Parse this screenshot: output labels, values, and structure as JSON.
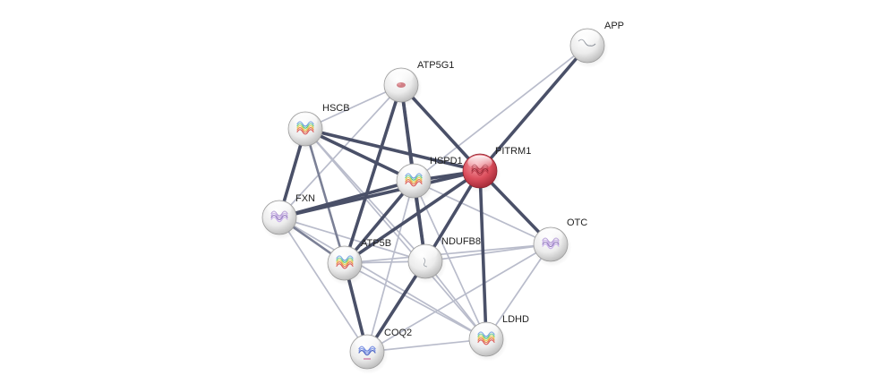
{
  "network": {
    "nodes": [
      {
        "id": "APP",
        "label": "APP",
        "color": "grey",
        "glyph": "squiggle"
      },
      {
        "id": "ATP5G1",
        "label": "ATP5G1",
        "color": "grey",
        "glyph": "small-red-blob"
      },
      {
        "id": "HSCB",
        "label": "HSCB",
        "color": "grey",
        "glyph": "rainbow-fold"
      },
      {
        "id": "PITRM1",
        "label": "PITRM1",
        "color": "red",
        "glyph": "red-fold"
      },
      {
        "id": "HSPD1",
        "label": "HSPD1",
        "color": "grey",
        "glyph": "rainbow-fold"
      },
      {
        "id": "FXN",
        "label": "FXN",
        "color": "grey",
        "glyph": "purple-fold"
      },
      {
        "id": "OTC",
        "label": "OTC",
        "color": "grey",
        "glyph": "purple-fold"
      },
      {
        "id": "NDUFB8",
        "label": "NDUFB8",
        "color": "grey",
        "glyph": "thin-squiggle"
      },
      {
        "id": "ATP5B",
        "label": "ATP5B",
        "color": "grey",
        "glyph": "rainbow-fold"
      },
      {
        "id": "LDHD",
        "label": "LDHD",
        "color": "grey",
        "glyph": "rainbow-fold"
      },
      {
        "id": "COQ2",
        "label": "COQ2",
        "color": "grey",
        "glyph": "blue-fold"
      }
    ],
    "edges": [
      {
        "source": "APP",
        "target": "PITRM1",
        "weight": "strong"
      },
      {
        "source": "APP",
        "target": "HSPD1",
        "weight": "weak"
      },
      {
        "source": "ATP5G1",
        "target": "PITRM1",
        "weight": "strong"
      },
      {
        "source": "ATP5G1",
        "target": "HSPD1",
        "weight": "strong"
      },
      {
        "source": "ATP5G1",
        "target": "ATP5B",
        "weight": "strong"
      },
      {
        "source": "ATP5G1",
        "target": "NDUFB8",
        "weight": "strong"
      },
      {
        "source": "ATP5G1",
        "target": "FXN",
        "weight": "weak"
      },
      {
        "source": "ATP5G1",
        "target": "HSCB",
        "weight": "weak"
      },
      {
        "source": "HSCB",
        "target": "PITRM1",
        "weight": "strong"
      },
      {
        "source": "HSCB",
        "target": "HSPD1",
        "weight": "strong"
      },
      {
        "source": "HSCB",
        "target": "FXN",
        "weight": "strong"
      },
      {
        "source": "HSCB",
        "target": "ATP5B",
        "weight": "medium"
      },
      {
        "source": "HSCB",
        "target": "NDUFB8",
        "weight": "weak"
      },
      {
        "source": "HSCB",
        "target": "LDHD",
        "weight": "weak"
      },
      {
        "source": "PITRM1",
        "target": "HSPD1",
        "weight": "strong"
      },
      {
        "source": "PITRM1",
        "target": "FXN",
        "weight": "strong"
      },
      {
        "source": "PITRM1",
        "target": "OTC",
        "weight": "strong"
      },
      {
        "source": "PITRM1",
        "target": "NDUFB8",
        "weight": "strong"
      },
      {
        "source": "PITRM1",
        "target": "ATP5B",
        "weight": "strong"
      },
      {
        "source": "PITRM1",
        "target": "LDHD",
        "weight": "strong"
      },
      {
        "source": "HSPD1",
        "target": "FXN",
        "weight": "strong"
      },
      {
        "source": "HSPD1",
        "target": "ATP5B",
        "weight": "strong"
      },
      {
        "source": "HSPD1",
        "target": "NDUFB8",
        "weight": "strong"
      },
      {
        "source": "HSPD1",
        "target": "OTC",
        "weight": "weak"
      },
      {
        "source": "HSPD1",
        "target": "LDHD",
        "weight": "weak"
      },
      {
        "source": "HSPD1",
        "target": "COQ2",
        "weight": "weak"
      },
      {
        "source": "FXN",
        "target": "ATP5B",
        "weight": "medium"
      },
      {
        "source": "FXN",
        "target": "NDUFB8",
        "weight": "weak"
      },
      {
        "source": "FXN",
        "target": "COQ2",
        "weight": "weak"
      },
      {
        "source": "FXN",
        "target": "LDHD",
        "weight": "weak"
      },
      {
        "source": "ATP5B",
        "target": "NDUFB8",
        "weight": "weak"
      },
      {
        "source": "ATP5B",
        "target": "OTC",
        "weight": "weak"
      },
      {
        "source": "ATP5B",
        "target": "COQ2",
        "weight": "strong"
      },
      {
        "source": "ATP5B",
        "target": "LDHD",
        "weight": "weak"
      },
      {
        "source": "NDUFB8",
        "target": "OTC",
        "weight": "weak"
      },
      {
        "source": "NDUFB8",
        "target": "COQ2",
        "weight": "strong"
      },
      {
        "source": "NDUFB8",
        "target": "LDHD",
        "weight": "weak"
      },
      {
        "source": "OTC",
        "target": "LDHD",
        "weight": "weak"
      },
      {
        "source": "OTC",
        "target": "COQ2",
        "weight": "weak"
      },
      {
        "source": "LDHD",
        "target": "COQ2",
        "weight": "weak"
      }
    ],
    "colors": {
      "node_grey": "#e6e6e6",
      "node_red": "#d9505c",
      "edge_strong": "#4a5068",
      "edge_medium": "#7b8096",
      "edge_weak": "#b9bccb"
    }
  }
}
